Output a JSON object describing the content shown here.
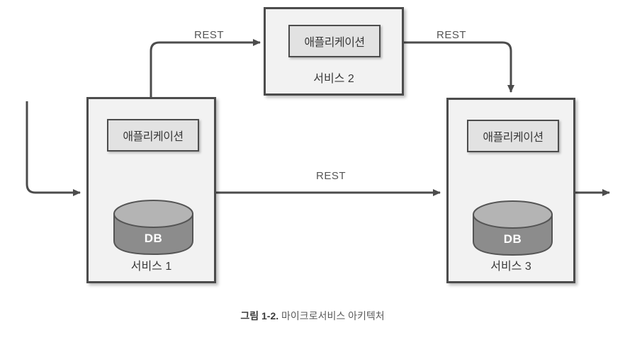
{
  "figure": {
    "caption_number": "그림 1-2.",
    "caption_text": "마이크로서비스 아키텍처"
  },
  "diagram": {
    "type": "architecture-block-diagram",
    "services": [
      {
        "id": "service1",
        "label": "서비스 1",
        "app_label": "애플리케이션",
        "db_label": "DB",
        "has_db": true
      },
      {
        "id": "service2",
        "label": "서비스 2",
        "app_label": "애플리케이션",
        "db_label": "",
        "has_db": false
      },
      {
        "id": "service3",
        "label": "서비스 3",
        "app_label": "애플리케이션",
        "db_label": "DB",
        "has_db": true
      }
    ],
    "edge_labels": {
      "rest_top_left": "REST",
      "rest_top_right": "REST",
      "rest_middle": "REST"
    },
    "colors": {
      "service_fill": "#f2f2f2",
      "app_fill": "#e2e2e2",
      "stroke": "#4c4c4c",
      "db_top_fill": "#b0b0b0",
      "db_body_fill": "#8c8c8c",
      "text": "#3a3a3a",
      "label_text": "#555555",
      "background": "#ffffff"
    }
  }
}
